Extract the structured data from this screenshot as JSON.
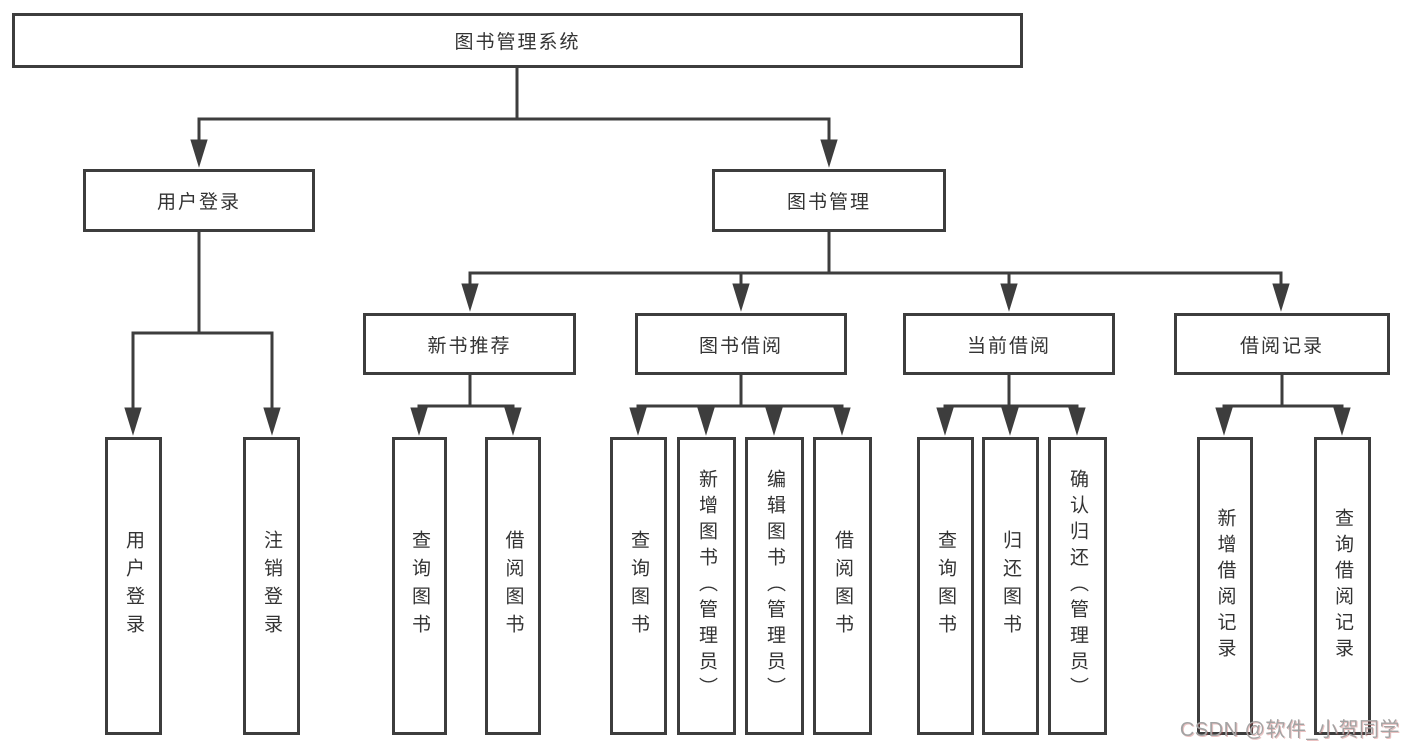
{
  "colors": {
    "line": "#3d3d3d",
    "box_border": "#3d3d3d",
    "text": "#333333",
    "background": "#ffffff",
    "watermark": "#a3a3a3"
  },
  "tree": {
    "root": {
      "label": "图书管理系统"
    },
    "branches": [
      {
        "label": "用户登录",
        "children": [
          "用户登录",
          "注销登录"
        ]
      },
      {
        "label": "图书管理",
        "sections": [
          {
            "label": "新书推荐",
            "children": [
              "查询图书",
              "借阅图书"
            ]
          },
          {
            "label": "图书借阅",
            "children": [
              "查询图书",
              "新增图书（管理员）",
              "编辑图书（管理员）",
              "借阅图书"
            ]
          },
          {
            "label": "当前借阅",
            "children": [
              "查询图书",
              "归还图书",
              "确认归还（管理员）"
            ]
          },
          {
            "label": "借阅记录",
            "children": [
              "新增借阅记录",
              "查询借阅记录"
            ]
          }
        ]
      }
    ]
  },
  "watermark": {
    "text": "CSDN @软件_小贺同学"
  }
}
